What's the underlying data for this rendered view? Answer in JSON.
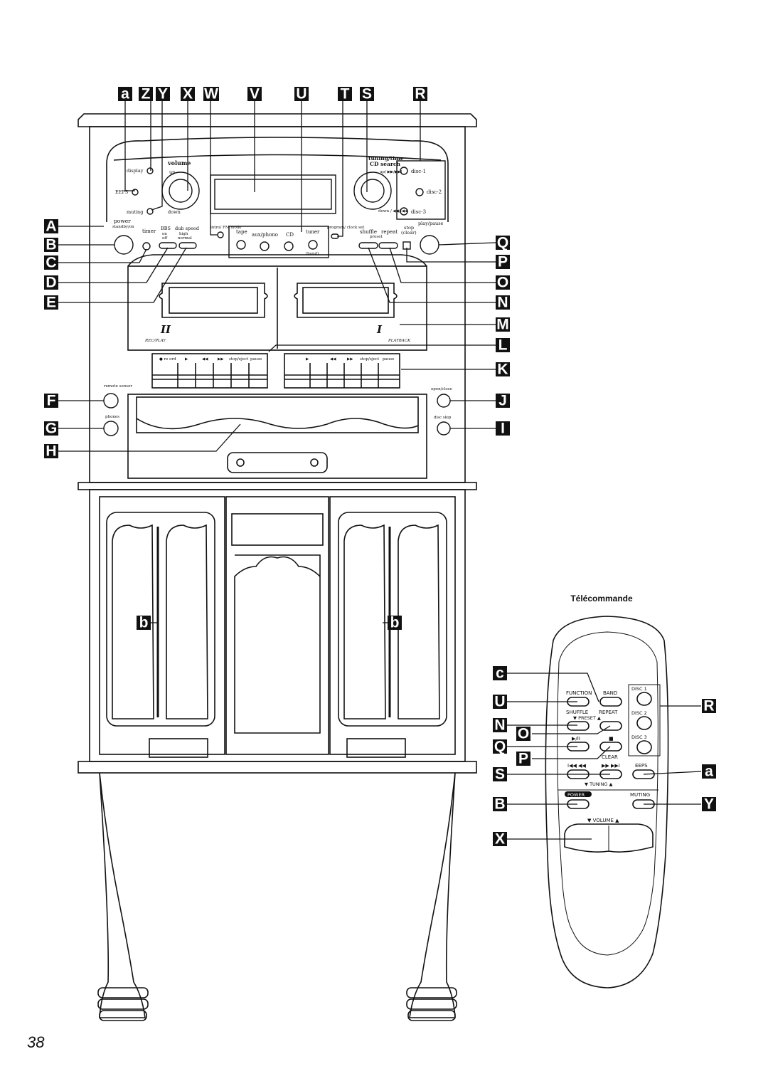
{
  "page": {
    "number": "38"
  },
  "remote": {
    "title": "Télécommande"
  },
  "callouts": {
    "a": "a",
    "Z": "Z",
    "Y": "Y",
    "X": "X",
    "W": "W",
    "V": "V",
    "U": "U",
    "T": "T",
    "S": "S",
    "R": "R",
    "A": "A",
    "B": "B",
    "C": "C",
    "D": "D",
    "E": "E",
    "F": "F",
    "G": "G",
    "H": "H",
    "Q": "Q",
    "P": "P",
    "O": "O",
    "N": "N",
    "M": "M",
    "L": "L",
    "K": "K",
    "J": "J",
    "I": "I",
    "b": "b",
    "c": "c"
  },
  "unit_labels": {
    "display": "display",
    "eeps": "EEPS",
    "muting": "muting",
    "volume": "volume",
    "up": "up",
    "down": "down",
    "tuning_time": "tuning/time",
    "cd_search": "CD search",
    "up_skip": "up/ ▶▶/▶▶I",
    "down_skip": "down / ◀◀/I◀◀",
    "disc1": "disc-1",
    "disc2": "disc-2",
    "disc3": "disc-3",
    "power": "power",
    "standby_on": "standby/on",
    "timer": "timer",
    "bbs": "BBS",
    "bbs_on": "on",
    "bbs_off": "off",
    "dub_speed": "dub speed",
    "dub_high": "high",
    "dub_normal": "normal",
    "intro_mode": "intro/ FM mode",
    "tape": "tape",
    "aux_phono": "aux/phono",
    "cd": "CD",
    "tuner": "tuner",
    "band": "(band)",
    "program_clock": "program/ clock set",
    "shuffle": "shuffle",
    "repeat": "repeat",
    "preset": "preset",
    "stop": "stop",
    "clear": "(clear)",
    "play_pause": "play/pause",
    "deck_ii": "II",
    "rec_play": "REC/PLAY",
    "deck_i": "I",
    "playback": "PLAYBACK",
    "record": "● re  ord",
    "play": "▶",
    "rew": "◀◀",
    "ffwd": "▶▶",
    "stop_eject": "stop/eject",
    "pause": "pause",
    "remote_sensor": "remote sensor",
    "phones": "phones",
    "open_close": "open/close",
    "disc_skip": "disc skip"
  },
  "remote_labels": {
    "function": "FUNCTION",
    "band": "BAND",
    "shuffle": "SHUFFLE",
    "repeat": "REPEAT",
    "preset": "▼ PRESET ▲",
    "play_pause": "▶/II",
    "stop": "■",
    "clear": "CLEAR",
    "skip_back": "I◀◀ ◀◀",
    "skip_fwd": "▶▶ ▶▶I",
    "tuning": "▼ TUNING ▲",
    "eeps": "EEPS",
    "power": "POWER",
    "muting": "MUTING",
    "volume": "▼  VOLUME  ▲",
    "disc1": "DISC 1",
    "disc2": "DISC 2",
    "disc3": "DISC 3"
  },
  "colors": {
    "line": "#111111",
    "background": "#ffffff"
  }
}
